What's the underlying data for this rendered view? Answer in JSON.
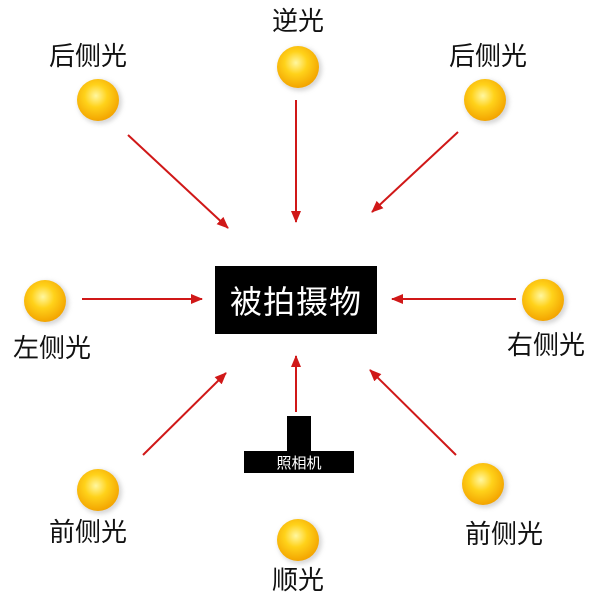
{
  "subject": {
    "label": "被拍摄物"
  },
  "camera": {
    "label": "照相机"
  },
  "sun_color": "#ffcc00",
  "arrow_color": "#d01818",
  "lights": [
    {
      "id": "top",
      "label": "逆光"
    },
    {
      "id": "top-left",
      "label": "后侧光"
    },
    {
      "id": "top-right",
      "label": "后侧光"
    },
    {
      "id": "left",
      "label": "左侧光"
    },
    {
      "id": "right",
      "label": "右侧光"
    },
    {
      "id": "bottom-left",
      "label": "前侧光"
    },
    {
      "id": "bottom-right",
      "label": "前侧光"
    },
    {
      "id": "bottom",
      "label": "顺光"
    }
  ]
}
